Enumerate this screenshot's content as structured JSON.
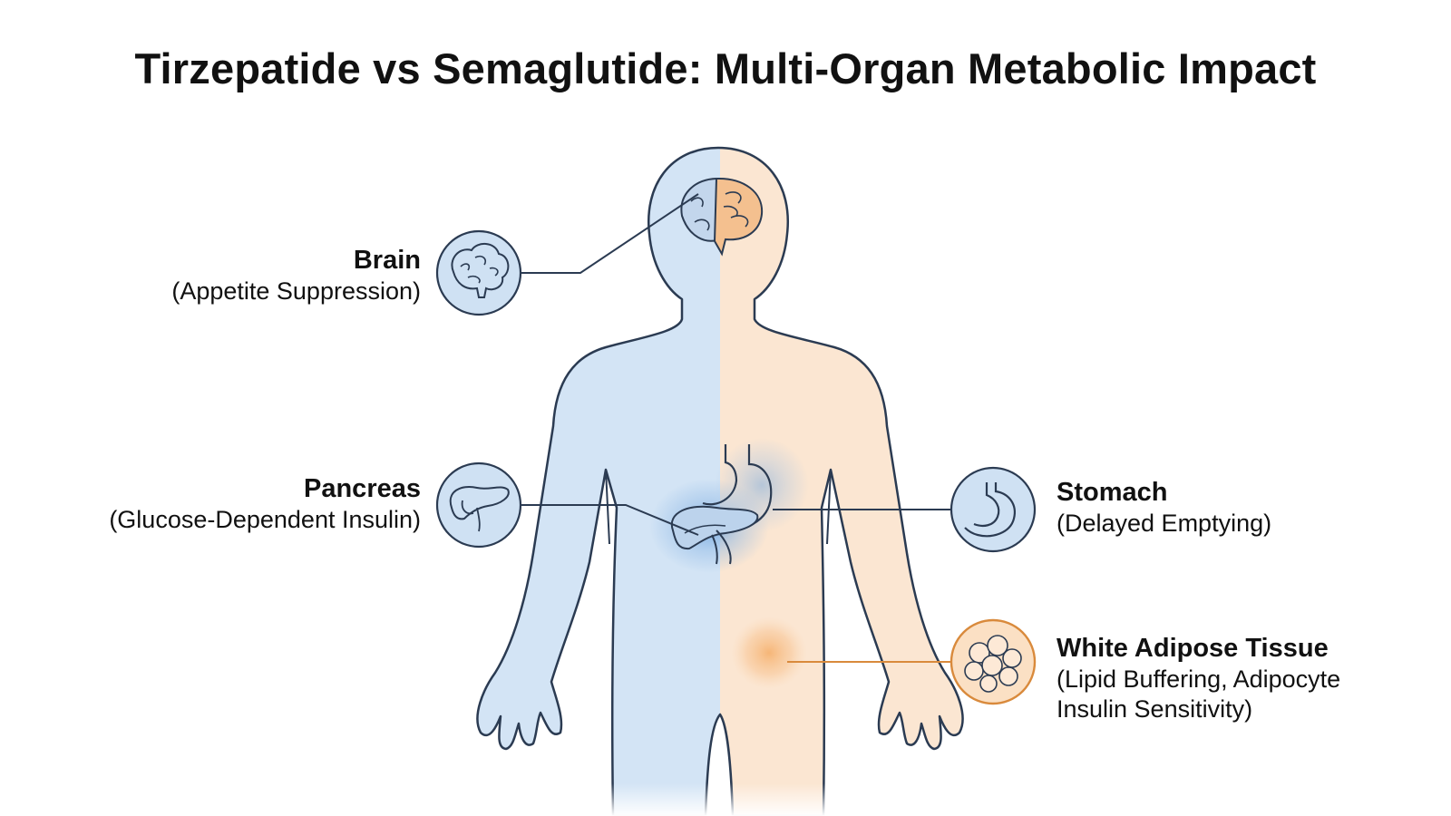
{
  "title": "Tirzepatide vs Semaglutide: Multi-Organ Metabolic Impact",
  "colors": {
    "blue_fill": "#d3e4f5",
    "blue_stroke": "#2b3b52",
    "blue_glow": "#6fa5de",
    "peach_fill": "#fbe6d2",
    "orange_accent": "#d98a3c",
    "orange_glow": "#f6b677"
  },
  "organs": {
    "brain": {
      "name": "Brain",
      "effect": "(Appetite Suppression)",
      "icon": "brain-icon"
    },
    "pancreas": {
      "name": "Pancreas",
      "effect": "(Glucose-Dependent Insulin)",
      "icon": "pancreas-icon"
    },
    "stomach": {
      "name": "Stomach",
      "effect": "(Delayed Emptying)",
      "icon": "stomach-icon"
    },
    "adipose": {
      "name": "White Adipose Tissue",
      "effect_line1": "(Lipid Buffering, Adipocyte",
      "effect_line2": "Insulin Sensitivity)",
      "icon": "fat-cells-icon"
    }
  }
}
